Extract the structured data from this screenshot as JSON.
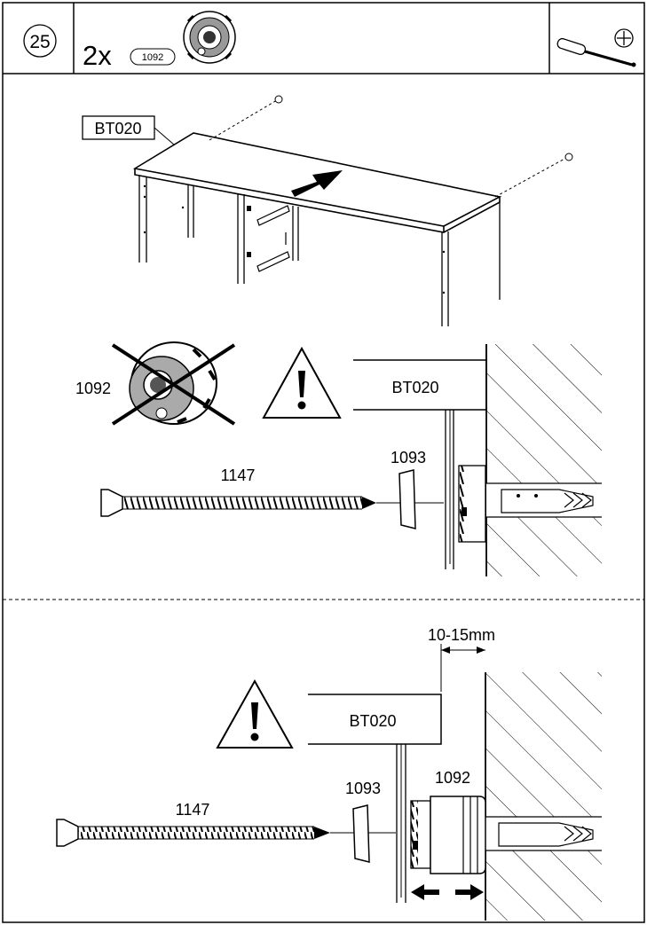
{
  "header": {
    "step_number": "25",
    "quantity": "2x",
    "part_id": "1092",
    "tool_icon": "screwdriver-icon",
    "tool_tip_icon": "phillips-head-icon"
  },
  "top_view": {
    "panel_label": "BT020"
  },
  "middle_view": {
    "warning_icon": "warning-triangle-icon",
    "crossed_part_label": "1092",
    "panel_label": "BT020",
    "screw_label": "1147",
    "washer_label": "1093"
  },
  "bottom_view": {
    "warning_icon": "warning-triangle-icon",
    "gap_label": "10-15mm",
    "panel_label": "BT020",
    "screw_label": "1147",
    "washer_label": "1093",
    "adapter_label": "1092"
  },
  "colors": {
    "ink": "#000000",
    "paper": "#ffffff",
    "part_shade": "#888888"
  }
}
